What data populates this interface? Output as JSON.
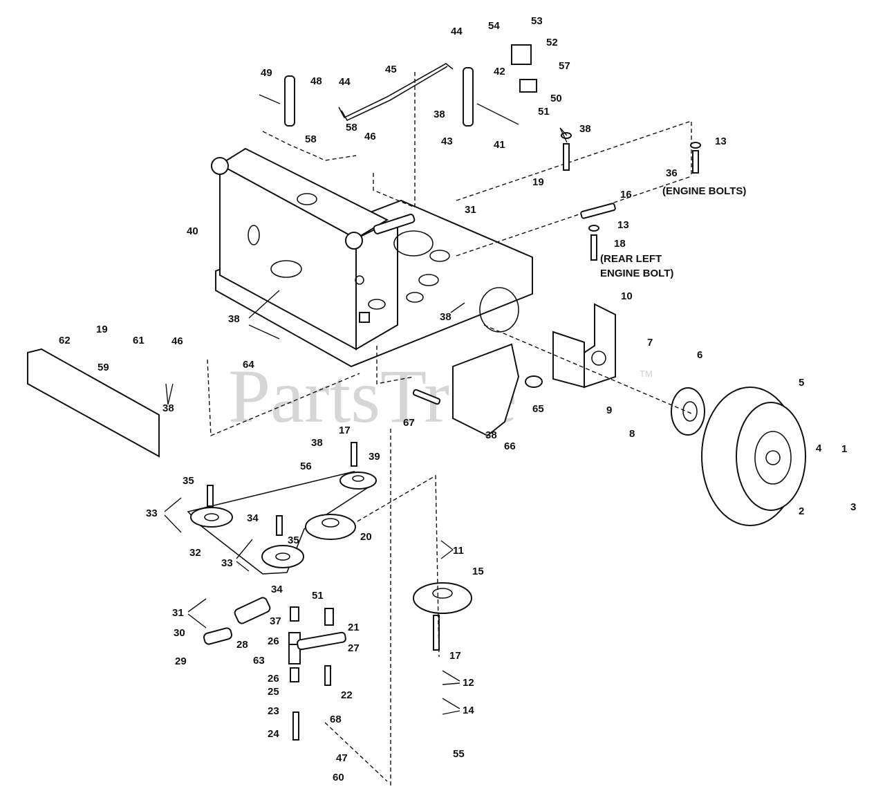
{
  "watermark": {
    "text": "PartsTree",
    "tm": "TM",
    "color": "#cfcfcf"
  },
  "notes": {
    "engine_bolts": "(ENGINE BOLTS)",
    "rear_left_1": "(REAR LEFT",
    "rear_left_2": "ENGINE BOLT)"
  },
  "callouts": {
    "c1": "1",
    "c2": "2",
    "c3": "3",
    "c4": "4",
    "c5": "5",
    "c6": "6",
    "c7": "7",
    "c8": "8",
    "c9": "9",
    "c10": "10",
    "c11": "11",
    "c12": "12",
    "c13a": "13",
    "c13b": "13",
    "c14": "14",
    "c15": "15",
    "c16": "16",
    "c17a": "17",
    "c17b": "17",
    "c18": "18",
    "c19a": "19",
    "c19b": "19",
    "c20": "20",
    "c21": "21",
    "c22": "22",
    "c23": "23",
    "c24": "24",
    "c25": "25",
    "c26a": "26",
    "c26b": "26",
    "c27": "27",
    "c28": "28",
    "c29": "29",
    "c30": "30",
    "c31a": "31",
    "c31b": "31",
    "c32": "32",
    "c33a": "33",
    "c33b": "33",
    "c34a": "34",
    "c34b": "34",
    "c35a": "35",
    "c35b": "35",
    "c36": "36",
    "c37": "37",
    "c38a": "38",
    "c38b": "38",
    "c38c": "38",
    "c38d": "38",
    "c38e": "38",
    "c38f": "38",
    "c38g": "38",
    "c39": "39",
    "c40": "40",
    "c41": "41",
    "c42": "42",
    "c43": "43",
    "c44a": "44",
    "c44b": "44",
    "c45": "45",
    "c46a": "46",
    "c46b": "46",
    "c47": "47",
    "c48": "48",
    "c49": "49",
    "c50": "50",
    "c51a": "51",
    "c51b": "51",
    "c52": "52",
    "c53": "53",
    "c54": "54",
    "c55": "55",
    "c56": "56",
    "c57": "57",
    "c58a": "58",
    "c58b": "58",
    "c59": "59",
    "c60": "60",
    "c61": "61",
    "c62": "62",
    "c63": "63",
    "c64": "64",
    "c65": "65",
    "c66": "66",
    "c67": "67",
    "c68": "68"
  }
}
